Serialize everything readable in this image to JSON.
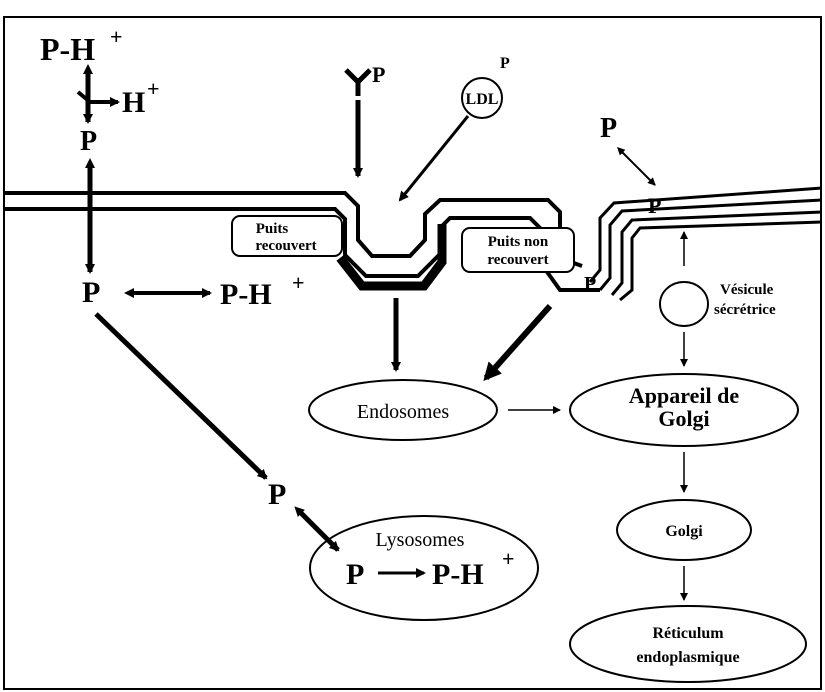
{
  "labels": {
    "ph_top": "P-H",
    "plus_top": "+",
    "h_plus_left": "H",
    "plus_h": "+",
    "p_left_upper": "P",
    "p_left_lower": "P",
    "ph_mid": "P-H",
    "plus_mid": "+",
    "p_receptor": "P",
    "ldl": "LDL",
    "p_ldl": "P",
    "p_top_right": "P",
    "p_membrane_right": "P",
    "puits_recouvert_1": "Puits",
    "puits_recouvert_2": "recouvert",
    "puits_non_recouvert_1": "Puits non",
    "puits_non_recouvert_2": "recouvert",
    "p_pit_right": "P",
    "vesicule_1": "Vésicule",
    "vesicule_2": "sécrétrice",
    "endosomes": "Endosomes",
    "golgi_app_1": "Appareil de",
    "golgi_app_2": "Golgi",
    "golgi": "Golgi",
    "reticulum_1": "Réticulum",
    "reticulum_2": "endoplasmique",
    "lysosomes": "Lysosomes",
    "p_lys_out": "P",
    "p_lys_in": "P",
    "ph_lys": "P-H",
    "plus_lys": "+"
  },
  "colors": {
    "ink": "#000000",
    "background": "#ffffff"
  }
}
